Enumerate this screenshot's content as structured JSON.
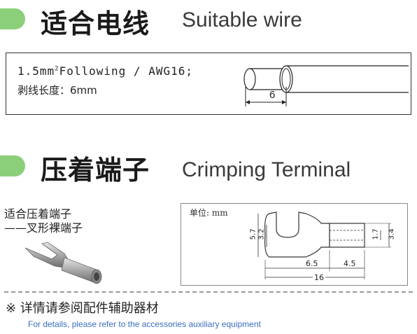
{
  "wire_section": {
    "title_cn": "适合电线",
    "title_en": "Suitable wire",
    "spec_line1_prefix": "1.5mm",
    "spec_line1_sup": "2",
    "spec_line1_suffix": "Following / AWG16;",
    "spec_line2": "剥线长度：6mm",
    "strip_length_label": "6",
    "accent_color": "#8ccf7a"
  },
  "terminal_section": {
    "title_cn": "压着端子",
    "title_en": "Crimping Terminal",
    "label_line1": "适合压着端子",
    "label_line2": "——叉形裸端子"
  },
  "dimension_drawing": {
    "unit_label": "单位: mm",
    "dim_57": "5.7",
    "dim_32": "3.2",
    "dim_17": "1.7",
    "dim_34": "3.4",
    "dim_65": "6.5",
    "dim_45": "4.5",
    "dim_16": "16"
  },
  "footer": {
    "note_cn": "※ 详情请参阅配件辅助器材",
    "note_en": "For details, please refer to the accessories auxiliary equipment"
  }
}
